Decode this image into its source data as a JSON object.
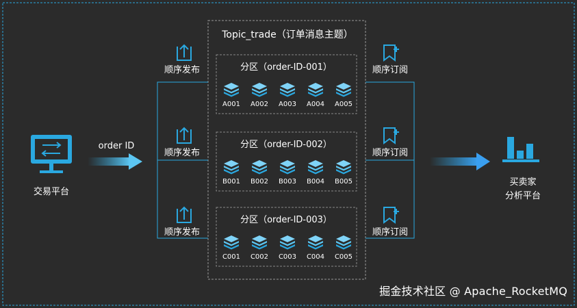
{
  "colors": {
    "background": "#2b2b2b",
    "accent": "#2aa8e0",
    "accent_light": "#7fd3f7",
    "dashed_border": "#9a9a9a",
    "text": "#ffffff"
  },
  "topic": {
    "title": "Topic_trade（订单消息主题）"
  },
  "source": {
    "label": "交易平台",
    "arrow_label": "order ID",
    "icon": "transfer-monitor-icon"
  },
  "target": {
    "label_line1": "买卖家",
    "label_line2": "分析平台",
    "icon": "bar-chart-icon"
  },
  "publish": {
    "label": "顺序发布",
    "icon": "upload-icon"
  },
  "subscribe": {
    "label": "顺序订阅",
    "icon": "bookmark-plus-icon"
  },
  "partitions": [
    {
      "title": "分区（order-ID-001）",
      "messages": [
        "A001",
        "A002",
        "A003",
        "A004",
        "A005"
      ]
    },
    {
      "title": "分区（order-ID-002）",
      "messages": [
        "B001",
        "B002",
        "B003",
        "B004",
        "B005"
      ]
    },
    {
      "title": "分区（order-ID-003）",
      "messages": [
        "C001",
        "C002",
        "C003",
        "C004",
        "C005"
      ]
    }
  ],
  "watermark": "掘金技术社区 @ Apache_RocketMQ"
}
